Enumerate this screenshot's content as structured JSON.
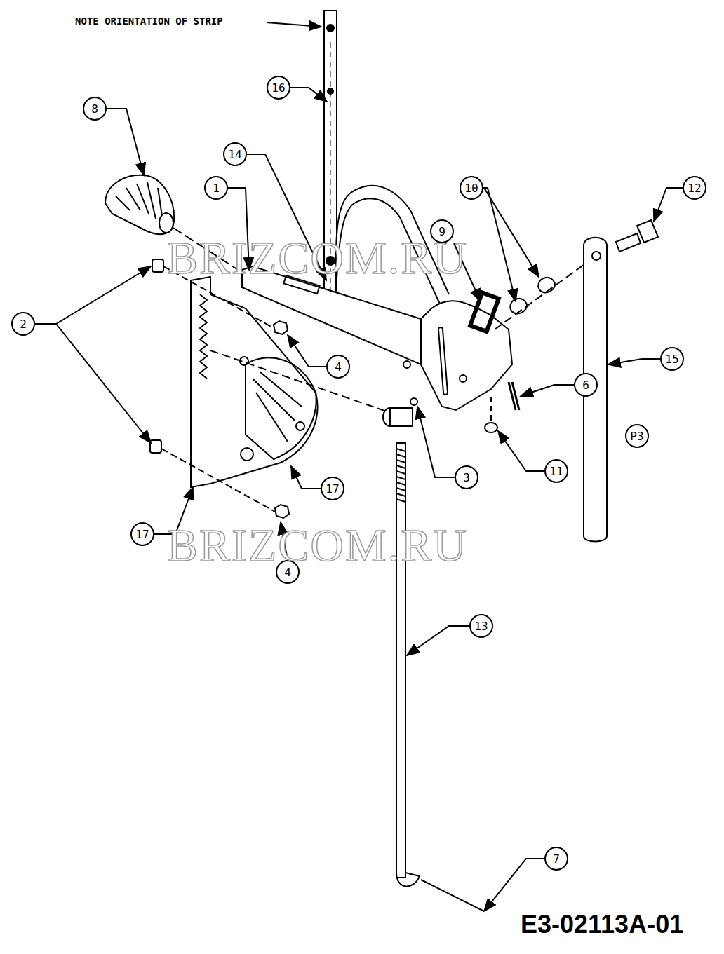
{
  "diagram": {
    "nodes": [
      {
        "text": [
          "16"
        ]
      },
      {
        "text": [
          "8"
        ]
      },
      {
        "text": [
          "14"
        ]
      },
      {
        "text": [
          "1"
        ]
      },
      {
        "text": [
          "10"
        ]
      },
      {
        "text": [
          "12"
        ]
      },
      {
        "text": [
          "9"
        ]
      },
      {
        "text": [
          "2"
        ]
      },
      {
        "text": [
          "4"
        ]
      },
      {
        "text": [
          "15"
        ]
      },
      {
        "text": [
          "6"
        ]
      },
      {
        "text": [
          "P3"
        ]
      },
      {
        "text": [
          "11"
        ]
      },
      {
        "text": [
          "3"
        ]
      },
      {
        "text": [
          "17"
        ]
      },
      {
        "text": [
          "17"
        ]
      },
      {
        "text": [
          "4"
        ]
      },
      {
        "text": [
          "13"
        ]
      },
      {
        "text": [
          "7"
        ]
      }
    ],
    "labels": [
      "NOTE ORIENTATION OF STRIP",
      "BRIZCOM.RU",
      "BRIZCOM.RU",
      "E3-02113A-01"
    ]
  }
}
